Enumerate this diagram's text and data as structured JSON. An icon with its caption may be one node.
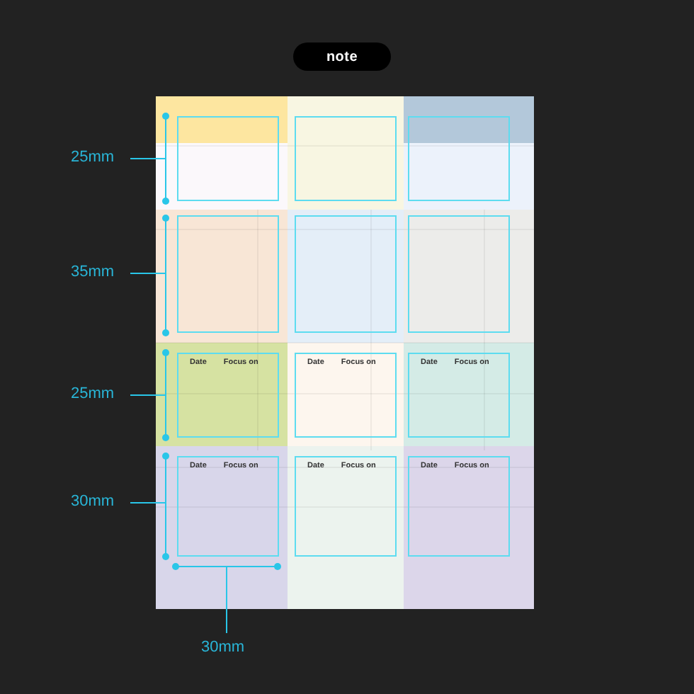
{
  "diagram": {
    "nodes": [
      {
        "text": [
          "note"
        ]
      },
      {
        "text": [],
        "shape": "box"
      },
      {
        "text": [],
        "shape": "box"
      },
      {
        "text": [],
        "shape": "box"
      },
      {
        "text": [],
        "shape": "box"
      },
      {
        "text": [],
        "shape": "box"
      },
      {
        "text": [],
        "shape": "box"
      },
      {
        "text": [
          "Date",
          "Focus on"
        ]
      },
      {
        "text": [
          "Date",
          "Focus on"
        ]
      },
      {
        "text": [
          "Date",
          "Focus on"
        ]
      },
      {
        "text": [
          "Date",
          "Focus on"
        ]
      },
      {
        "text": [
          "Date",
          "Focus on"
        ]
      },
      {
        "text": [
          "Date",
          "Focus on"
        ]
      }
    ],
    "labels": [
      "25mm",
      "35mm",
      "25mm",
      "30mm",
      "30mm"
    ]
  }
}
